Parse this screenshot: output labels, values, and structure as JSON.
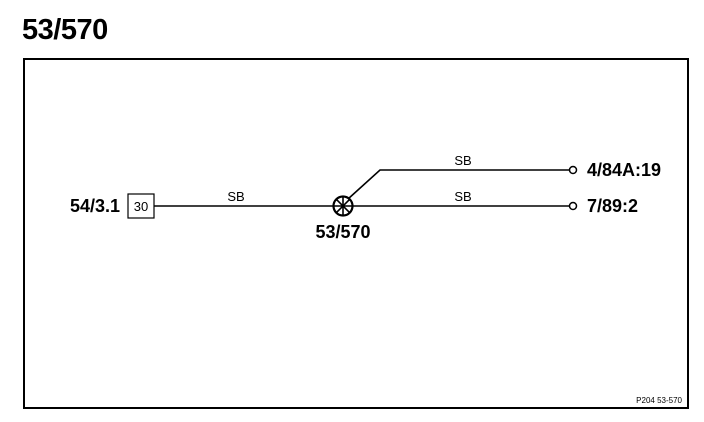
{
  "title": "53/570",
  "source": {
    "label": "54/3.1",
    "terminal": "30"
  },
  "splice": {
    "label": "53/570"
  },
  "wires": {
    "input_color": "SB",
    "upper_color": "SB",
    "lower_color": "SB"
  },
  "destinations": {
    "upper": "4/84A:19",
    "lower": "7/89:2"
  },
  "reference": "P204  53-570"
}
